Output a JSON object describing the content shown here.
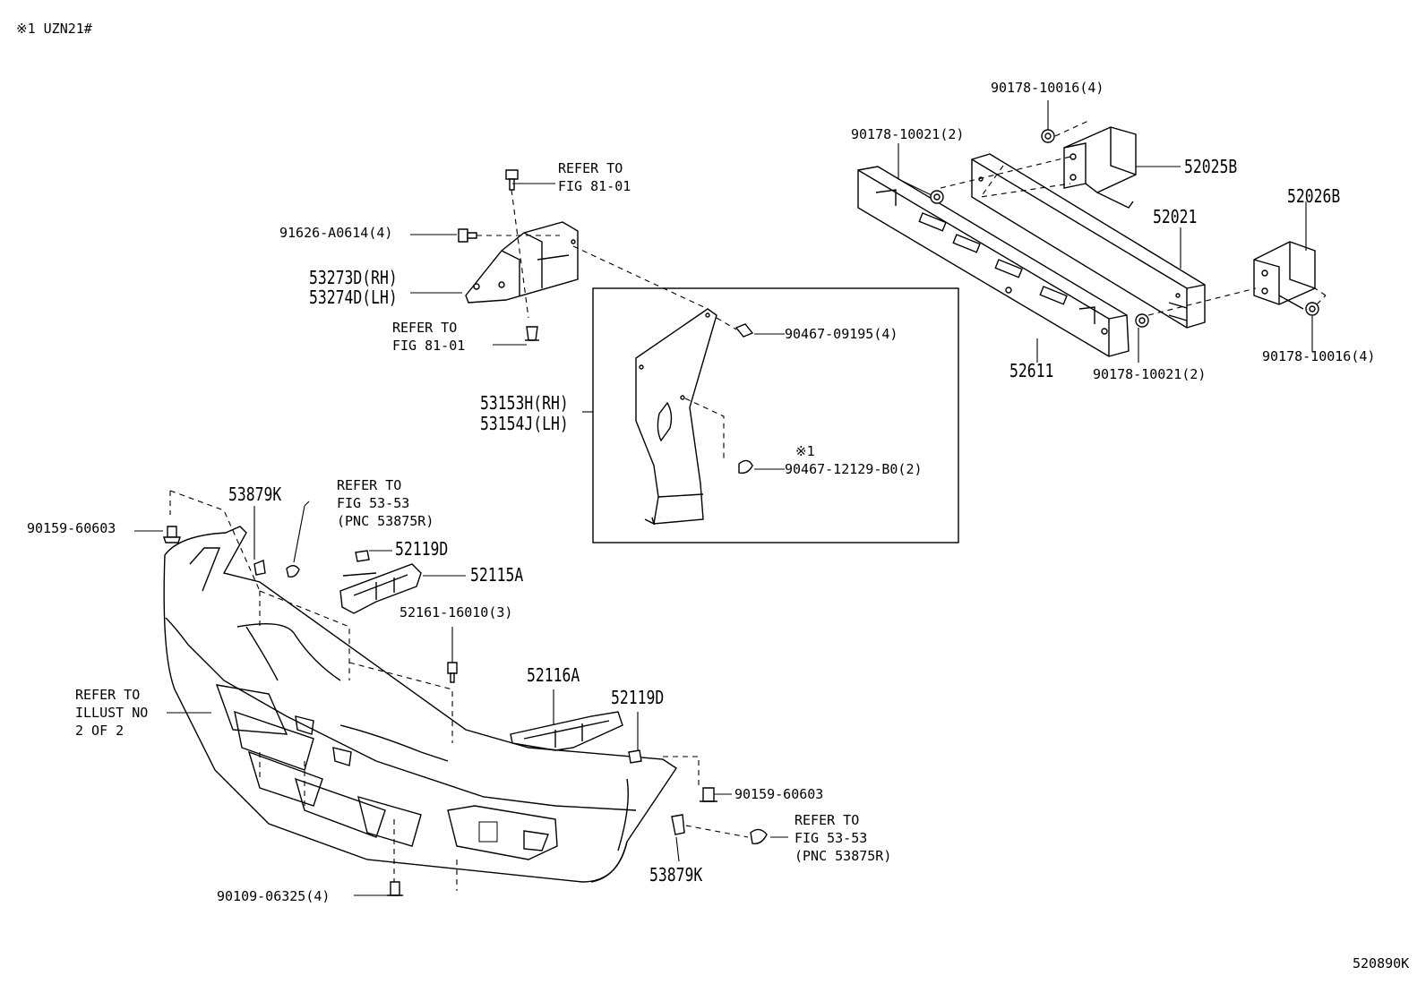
{
  "header_note": "※1 UZN21#",
  "footer_code": "520890K",
  "labels": {
    "p90178_10016_top": "90178-10016(4)",
    "p90178_10021_top": "90178-10021(2)",
    "p52025B": "52025B",
    "p52026B": "52026B",
    "p52021": "52021",
    "p52611": "52611",
    "p90178_10021_bot": "90178-10021(2)",
    "p90178_10016_bot": "90178-10016(4)",
    "ref_fig_81_01_top": "REFER TO\nFIG 81-01",
    "p91626": "91626-A0614(4)",
    "p53273D": "53273D(RH)",
    "p53274D": "53274D(LH)",
    "ref_fig_81_01_bot": "REFER TO\nFIG 81-01",
    "p90467_09195": "90467-09195(4)",
    "p53153H": "53153H(RH)",
    "p53154J": "53154J(LH)",
    "note_mark": "※1",
    "p90467_12129": "90467-12129-B0(2)",
    "p53879K_top": "53879K",
    "ref_fig_53_53_top": "REFER TO\nFIG 53-53\n(PNC 53875R)",
    "p90159_60603_left": "90159-60603",
    "p52119D_top": "52119D",
    "p52115A": "52115A",
    "p52161": "52161-16010(3)",
    "ref_illust": "REFER TO\nILLUST NO\n2 OF 2",
    "p52116A": "52116A",
    "p52119D_bot": "52119D",
    "p90159_60603_right": "90159-60603",
    "ref_fig_53_53_bot": "REFER TO\nFIG 53-53\n(PNC 53875R)",
    "p53879K_bot": "53879K",
    "p90109": "90109-06325(4)"
  }
}
